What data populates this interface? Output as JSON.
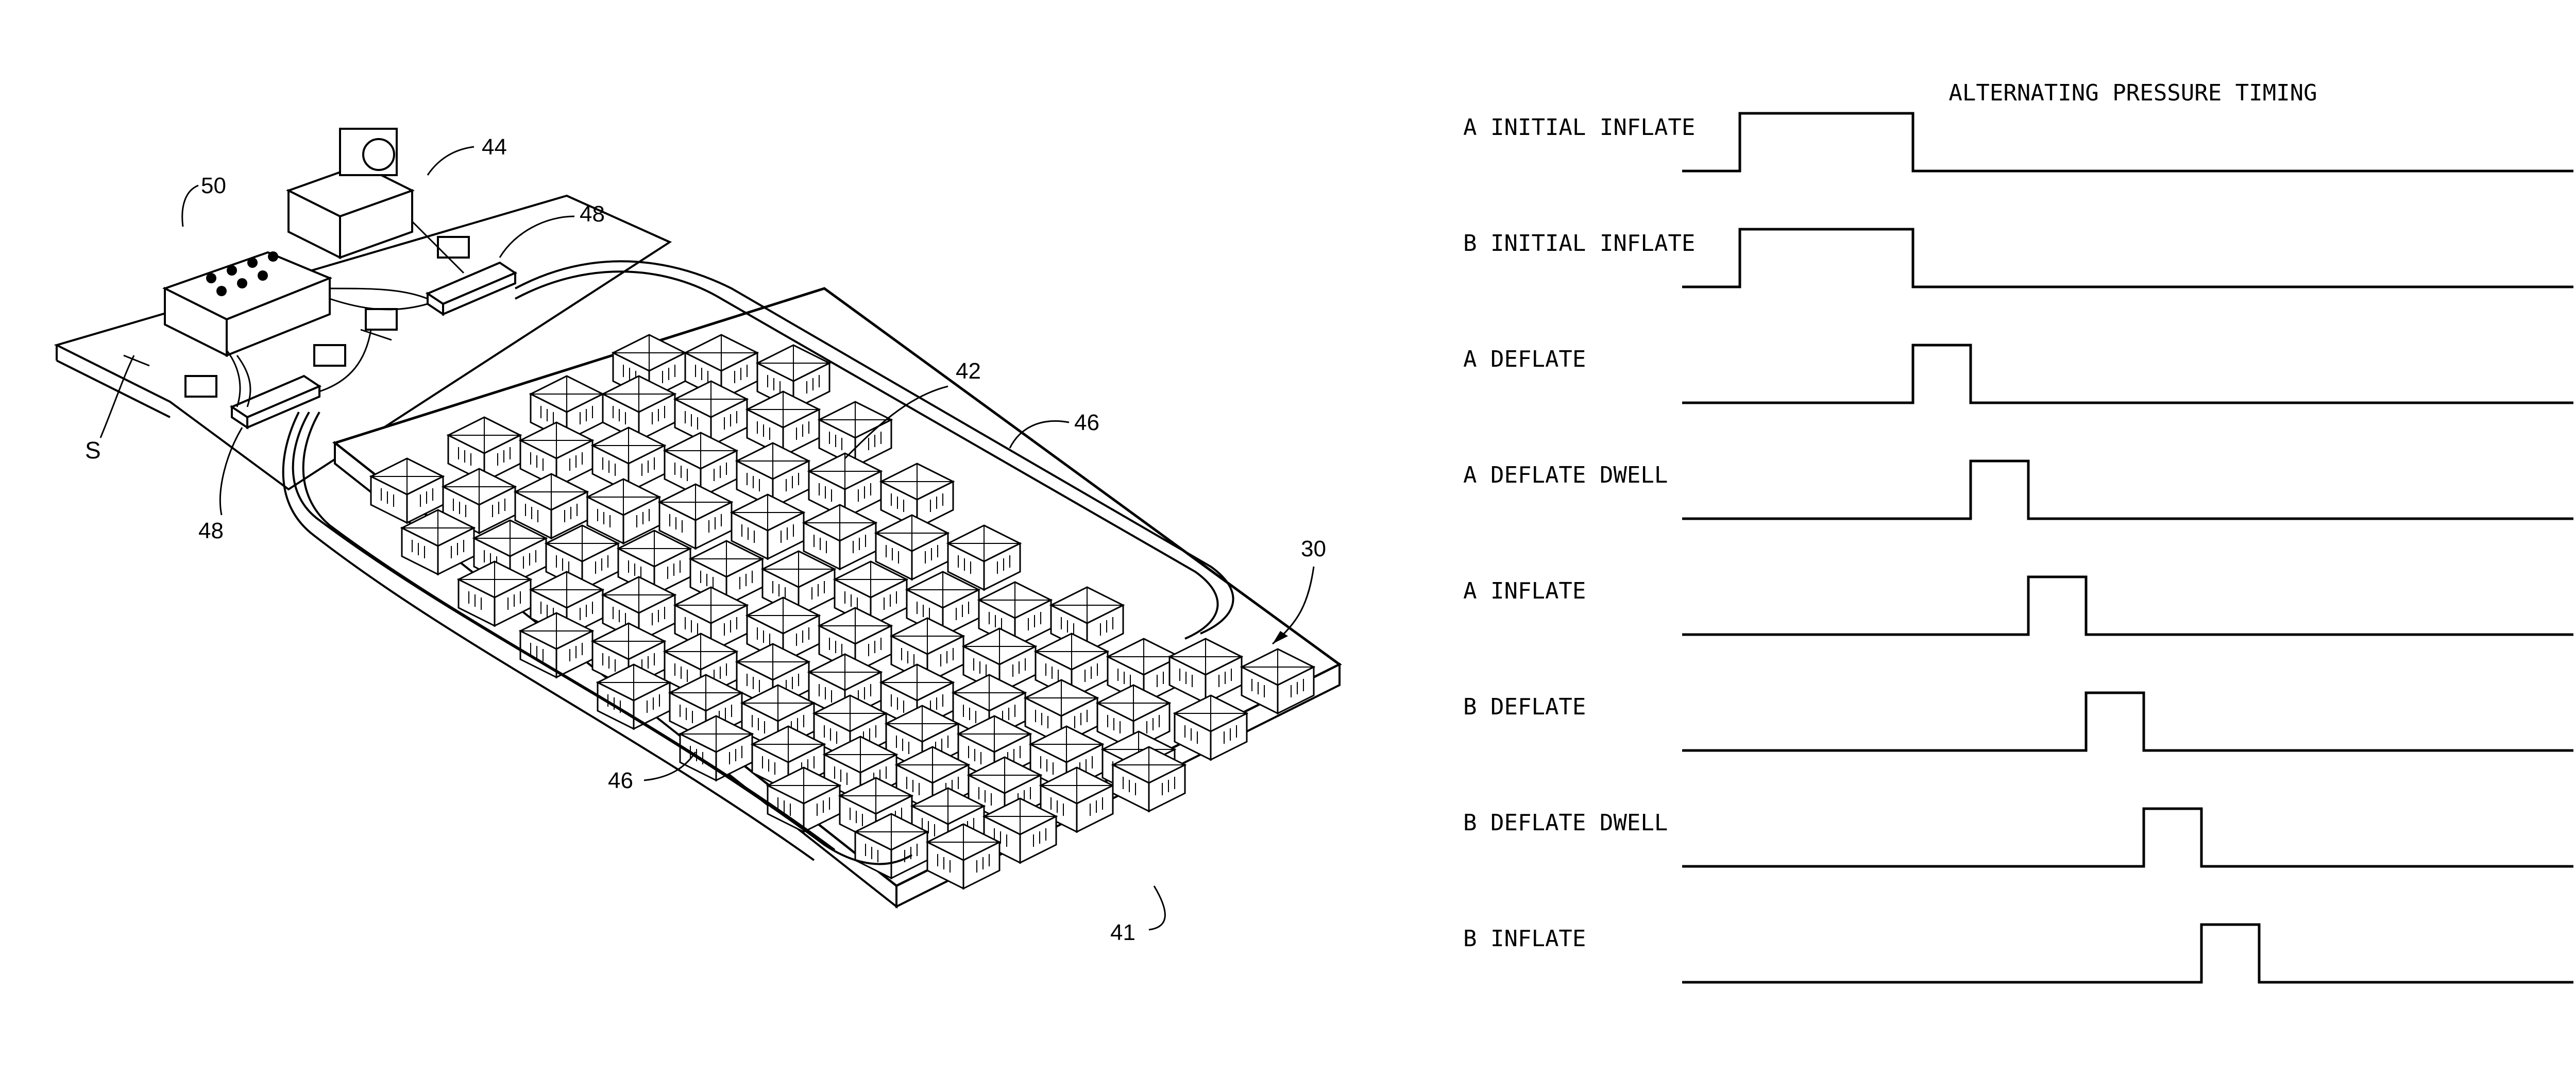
{
  "figure": {
    "reference_labels": {
      "controller": "50",
      "pump": "44",
      "manifold_top": "48",
      "manifold_left": "48",
      "surface": "S",
      "cell": "42",
      "tube_right": "46",
      "tube_bottom": "46",
      "mattress": "30",
      "base": "41"
    }
  },
  "timing": {
    "title": "ALTERNATING PRESSURE TIMING",
    "rows": [
      {
        "label": "A INITIAL INFLATE",
        "pulse": [
          1,
          4
        ]
      },
      {
        "label": "B INITIAL INFLATE",
        "pulse": [
          1,
          4
        ]
      },
      {
        "label": "A DEFLATE",
        "pulse": [
          4,
          5
        ]
      },
      {
        "label": "A DEFLATE DWELL",
        "pulse": [
          5,
          6
        ]
      },
      {
        "label": "A INFLATE",
        "pulse": [
          6,
          7
        ]
      },
      {
        "label": "B DEFLATE",
        "pulse": [
          7,
          8
        ]
      },
      {
        "label": "B DEFLATE DWELL",
        "pulse": [
          8,
          9
        ]
      },
      {
        "label": "B INFLATE",
        "pulse": [
          9,
          10
        ]
      }
    ]
  }
}
